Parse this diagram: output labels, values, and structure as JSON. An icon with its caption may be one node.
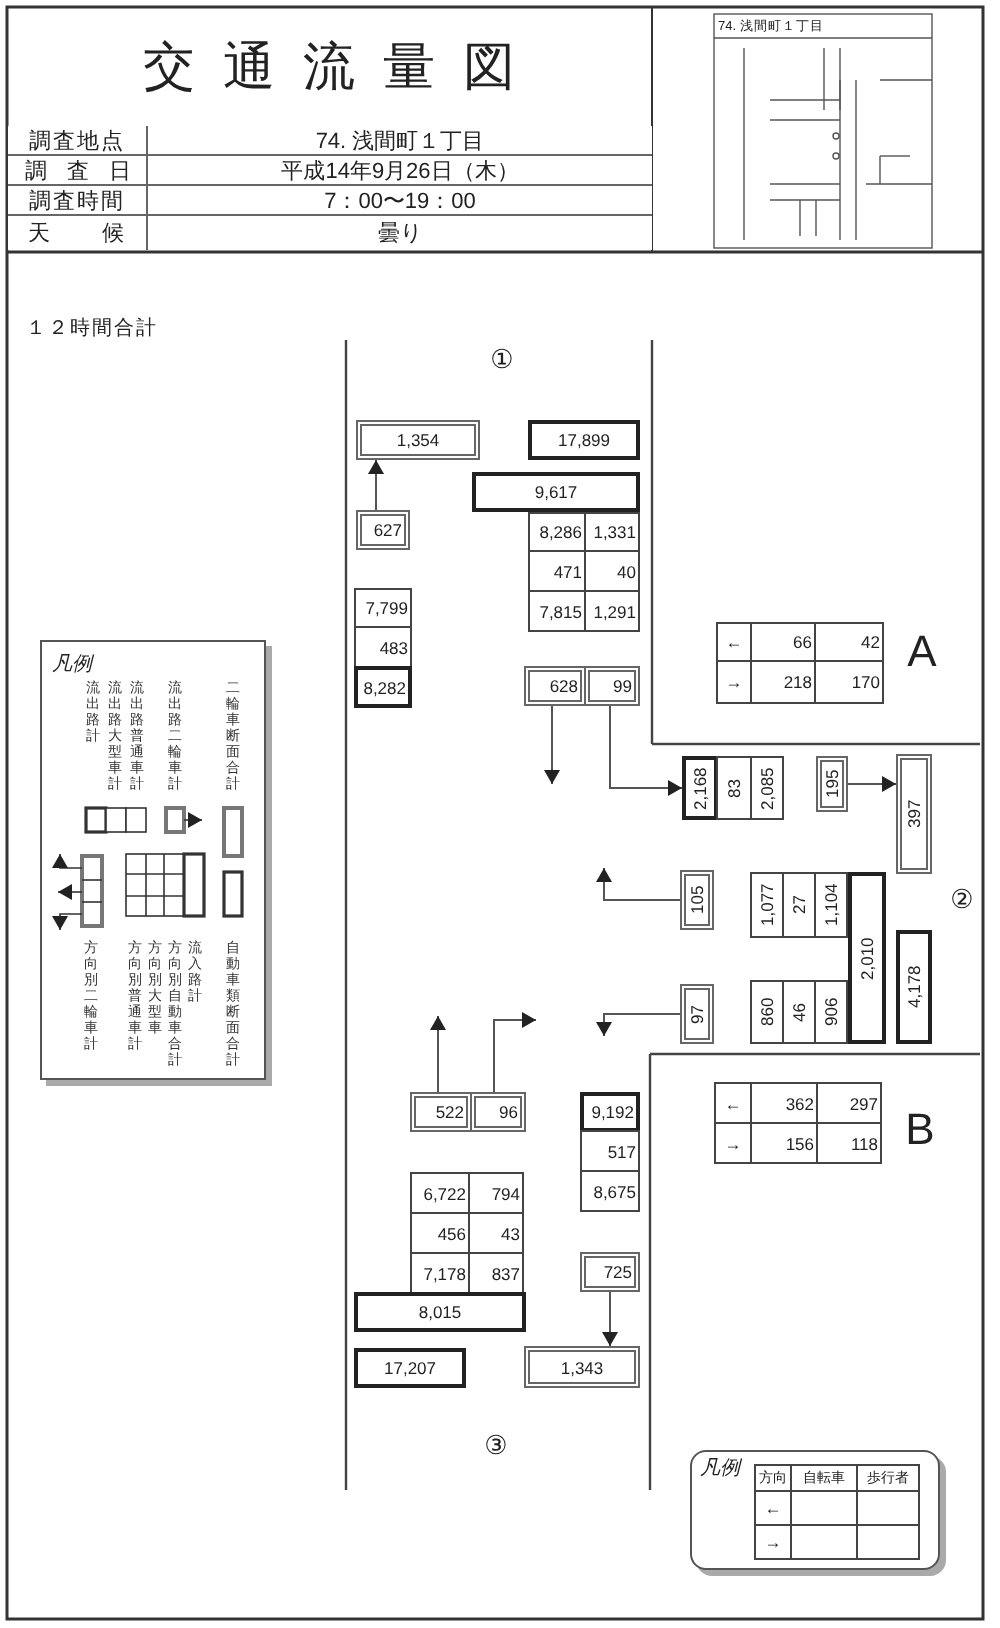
{
  "diagram": {
    "title": "交通流量図",
    "nodes": [
      {
        "text": [
          "1,354"
        ]
      },
      {
        "text": [
          "17,899"
        ]
      },
      {
        "text": [
          "9,617"
        ]
      },
      {
        "text": [
          "627"
        ]
      },
      {
        "text": [
          "8,286"
        ]
      },
      {
        "text": [
          "1,331"
        ]
      },
      {
        "text": [
          "471"
        ]
      },
      {
        "text": [
          "40"
        ]
      },
      {
        "text": [
          "7,815"
        ]
      },
      {
        "text": [
          "1,291"
        ]
      },
      {
        "text": [
          "7,799"
        ]
      },
      {
        "text": [
          "483"
        ]
      },
      {
        "text": [
          "8,282"
        ]
      },
      {
        "text": [
          "628"
        ]
      },
      {
        "text": [
          "99"
        ]
      },
      {
        "text": [
          "←"
        ]
      },
      {
        "text": [
          "66"
        ]
      },
      {
        "text": [
          "42"
        ]
      },
      {
        "text": [
          "→"
        ]
      },
      {
        "text": [
          "218"
        ]
      },
      {
        "text": [
          "170"
        ]
      },
      {
        "text": [
          "2,168"
        ]
      },
      {
        "text": [
          "83"
        ]
      },
      {
        "text": [
          "2,085"
        ]
      },
      {
        "text": [
          "195"
        ]
      },
      {
        "text": [
          "397"
        ]
      },
      {
        "text": [
          "105"
        ]
      },
      {
        "text": [
          "1,077"
        ]
      },
      {
        "text": [
          "27"
        ]
      },
      {
        "text": [
          "1,104"
        ]
      },
      {
        "text": [
          "2,010"
        ]
      },
      {
        "text": [
          "4,178"
        ]
      },
      {
        "text": [
          "97"
        ]
      },
      {
        "text": [
          "860"
        ]
      },
      {
        "text": [
          "46"
        ]
      },
      {
        "text": [
          "906"
        ]
      },
      {
        "text": [
          "←"
        ]
      },
      {
        "text": [
          "362"
        ]
      },
      {
        "text": [
          "297"
        ]
      },
      {
        "text": [
          "→"
        ]
      },
      {
        "text": [
          "156"
        ]
      },
      {
        "text": [
          "118"
        ]
      },
      {
        "text": [
          "522"
        ]
      },
      {
        "text": [
          "96"
        ]
      },
      {
        "text": [
          "9,192"
        ]
      },
      {
        "text": [
          "517"
        ]
      },
      {
        "text": [
          "8,675"
        ]
      },
      {
        "text": [
          "6,722"
        ]
      },
      {
        "text": [
          "794"
        ]
      },
      {
        "text": [
          "456"
        ]
      },
      {
        "text": [
          "43"
        ]
      },
      {
        "text": [
          "7,178"
        ]
      },
      {
        "text": [
          "837"
        ]
      },
      {
        "text": [
          "8,015"
        ]
      },
      {
        "text": [
          "725"
        ]
      },
      {
        "text": [
          "17,207"
        ]
      },
      {
        "text": [
          "1,343"
        ]
      }
    ],
    "edges": [
      {
        "from": 3,
        "to": 0,
        "arrow": "to"
      },
      {
        "from": 13,
        "to": null,
        "arrow": "to"
      },
      {
        "from": 14,
        "to": 21,
        "arrow": "to"
      },
      {
        "from": 24,
        "to": 25,
        "arrow": "to"
      },
      {
        "from": 26,
        "to": null,
        "arrow": "to"
      },
      {
        "from": 32,
        "to": null,
        "arrow": "to"
      },
      {
        "from": 42,
        "to": null,
        "arrow": "to"
      },
      {
        "from": 43,
        "to": null,
        "arrow": "to"
      },
      {
        "from": 54,
        "to": 56,
        "arrow": "to"
      }
    ],
    "labels": [
      "調査地点",
      "74. 浅間町１丁目",
      "調査日",
      "平成14年9月26日（木）",
      "調査時間",
      "7：00〜19：00",
      "天候",
      "曇り",
      "74. 浅間町１丁目",
      "１２時間合計",
      "①",
      "A",
      "凡例",
      "②",
      "B",
      "③",
      "凡例",
      "方向",
      "自転車",
      "歩行者",
      "←",
      "→"
    ],
    "legend": [
      {
        "text": "流出路計"
      },
      {
        "text": "流出路大型車計"
      },
      {
        "text": "流出路普通車計"
      },
      {
        "text": "流出路二輪車計"
      },
      {
        "text": "二輪車断面合計"
      },
      {
        "text": "方向別二輪車計"
      },
      {
        "text": "方向別普通車計"
      },
      {
        "text": "方向別大型車"
      },
      {
        "text": "方向別自動車合計"
      },
      {
        "text": "流入路計"
      },
      {
        "text": "自動車類断面合計"
      }
    ]
  }
}
